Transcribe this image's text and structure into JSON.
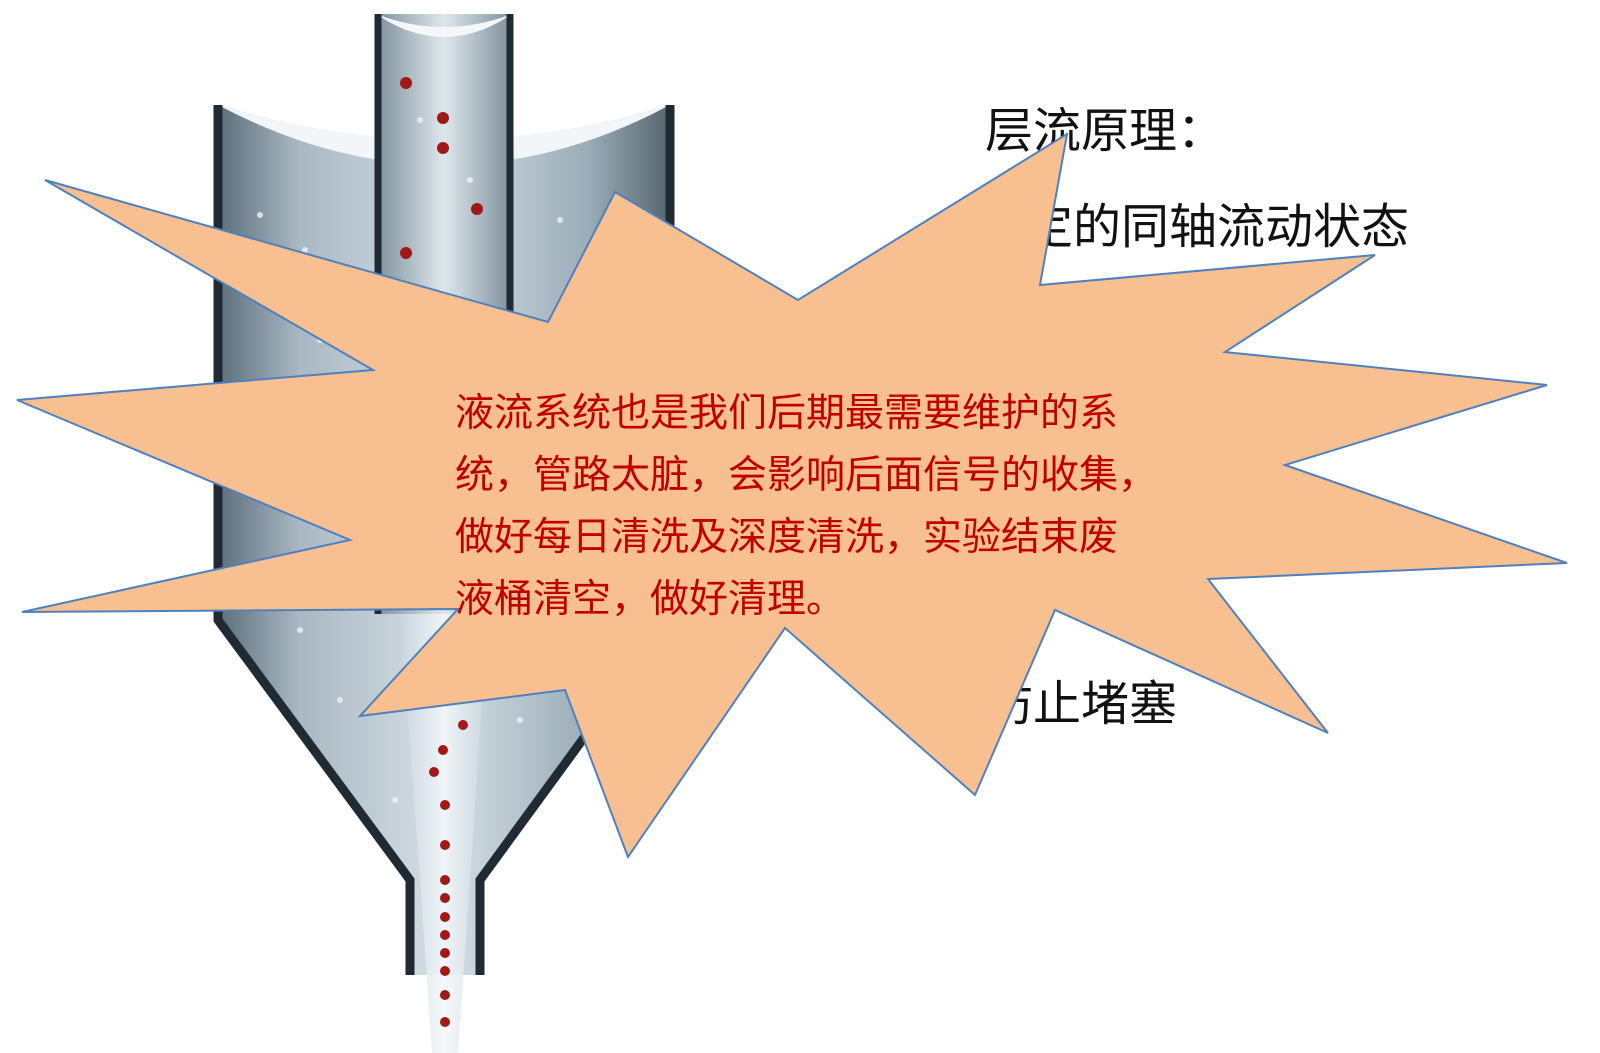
{
  "slide": {
    "title": "层流原理：",
    "line_coaxial": "定的同轴流动状态",
    "line_anti_clog": "防止堵塞"
  },
  "callout": {
    "lines": [
      "液流系统也是我们后期最需要维护的系",
      "统，管路太脏，会影响后面信号的收集，",
      "做好每日清洗及深度清洗，实验结束废",
      "液桶清空，做好清理。"
    ]
  },
  "colors": {
    "callout_fill": "#f8bf90",
    "callout_stroke": "#4f81bd",
    "callout_text": "#c00000",
    "tube_dark": "#1f2a33",
    "tube_steel": "#8fa2b0",
    "cell_red": "#a01818"
  },
  "icons": [
    "flow-cell-nozzle-illustration",
    "explosion-callout-shape"
  ]
}
